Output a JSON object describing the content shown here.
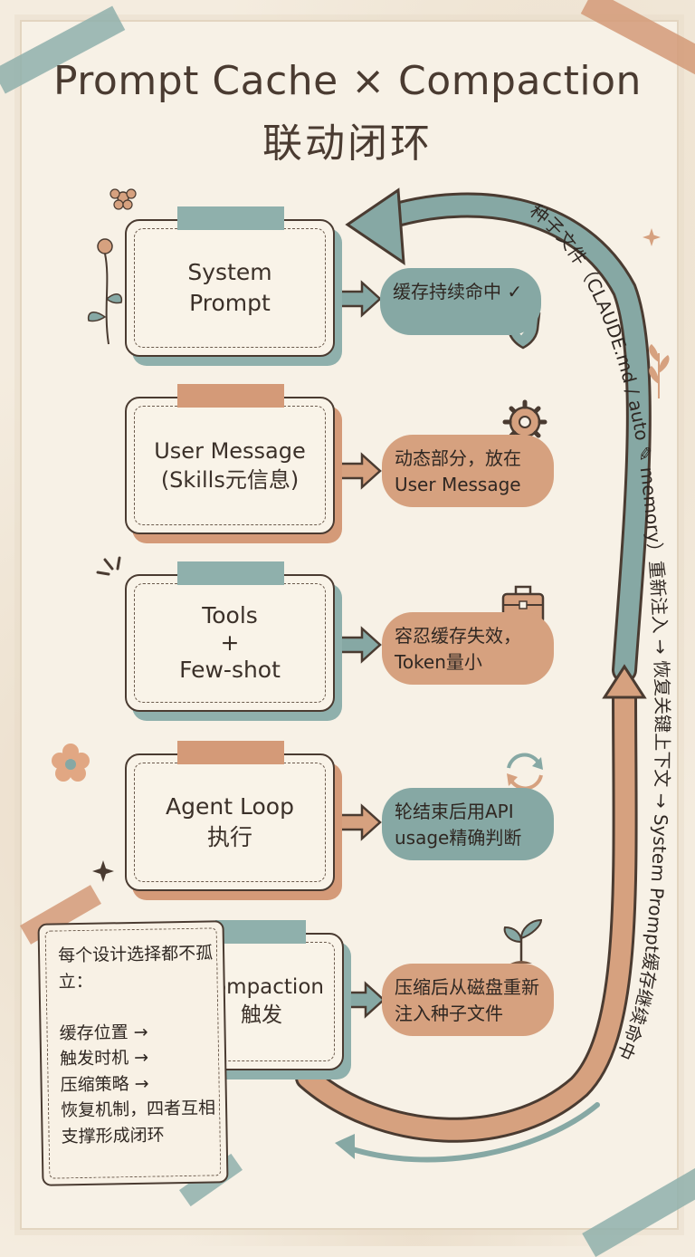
{
  "title": {
    "line1": "Prompt Cache × Compaction",
    "line2": "联动闭环"
  },
  "stack": [
    {
      "id": "system-prompt",
      "label": "System\nPrompt",
      "tab_color": "#8fb0ac",
      "shadow_color": "#8fb0ac"
    },
    {
      "id": "user-message",
      "label": "User Message\n(Skills元信息)",
      "tab_color": "#d49a78",
      "shadow_color": "#d49a78"
    },
    {
      "id": "tools",
      "label": "Tools\n+\nFew-shot",
      "tab_color": "#8fb0ac",
      "shadow_color": "#8fb0ac"
    },
    {
      "id": "agent-loop",
      "label": "Agent Loop\n执行",
      "tab_color": "#d49a78",
      "shadow_color": "#d49a78"
    },
    {
      "id": "compaction",
      "label": "Compaction\n触发",
      "tab_color": "#8fb0ac",
      "shadow_color": "#8fb0ac"
    }
  ],
  "notes": [
    {
      "id": "cache-hit",
      "text": "缓存持续命中 ✓",
      "color": "teal"
    },
    {
      "id": "dynamic-part",
      "text": "动态部分，放在 User Message",
      "color": "orange"
    },
    {
      "id": "tolerate-cache",
      "text": "容忍缓存失效，Token量小",
      "color": "orange"
    },
    {
      "id": "usage-judge",
      "text": "轮结束后用API usage精确判断",
      "color": "teal"
    },
    {
      "id": "reinject",
      "text": "压缩后从磁盘重新注入种子文件",
      "color": "orange"
    }
  ],
  "loop_label": "种子文件（CLAUDE.md / auto ✎ memory）重新注入 → 恢复关键上下文 → System Prompt缓存继续命中",
  "side_note": "每个设计选择都不孤立：\n\n缓存位置 →\n触发时机 →\n压缩策略 →\n恢复机制，四者互相支撑形成闭环",
  "colors": {
    "teal": "#86a8a4",
    "orange": "#d6a17f",
    "ink": "#4a3b31",
    "paper": "#f7f1e6"
  },
  "icons": [
    "shield-check-icon",
    "gear-icon",
    "toolbox-icon",
    "refresh-cycle-icon",
    "sprout-icon"
  ]
}
